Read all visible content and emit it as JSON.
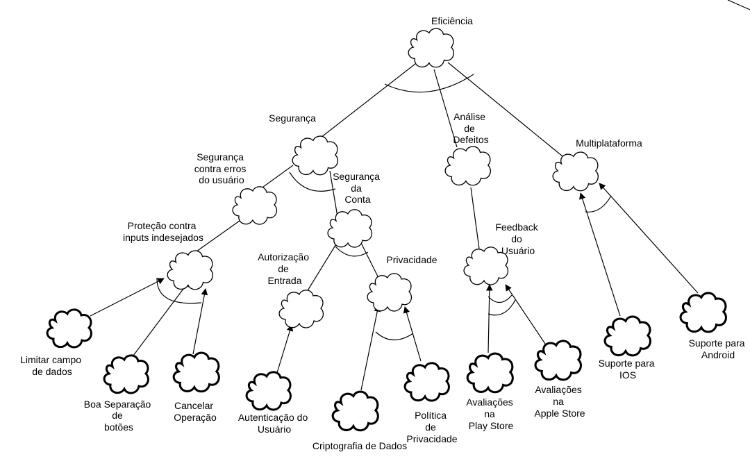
{
  "nodes": {
    "eficiencia": "Eficiência",
    "seguranca": "Segurança",
    "analise": [
      "Análise",
      "de",
      "Defeitos"
    ],
    "multiplataforma": "Multiplataforma",
    "erros_usuario": [
      "Segurança",
      "contra erros",
      "do usuário"
    ],
    "seguranca_conta": [
      "Segurança",
      "da",
      "Conta"
    ],
    "feedback": [
      "Feedback",
      "do",
      "Usuário"
    ],
    "protecao": [
      "Proteção contra",
      "inputs indesejados"
    ],
    "autorizacao": [
      "Autorização",
      "de",
      "Entrada"
    ],
    "privacidade": "Privacidade",
    "limitar": [
      "Limitar campo",
      "de dados"
    ],
    "boa_separacao": [
      "Boa Separação",
      "de",
      "botões"
    ],
    "cancelar": [
      "Cancelar",
      "Operação"
    ],
    "autenticacao": [
      "Autenticação do",
      "Usuário"
    ],
    "criptografia": "Criptografia de Dados",
    "politica": [
      "Política",
      "de",
      "Privacidade"
    ],
    "play_store": [
      "Avaliações",
      "na",
      "Play Store"
    ],
    "apple_store": [
      "Avaliações",
      "na",
      "Apple Store"
    ],
    "ios": [
      "Suporte para",
      "IOS"
    ],
    "android": [
      "Suporte para",
      "Android"
    ]
  }
}
